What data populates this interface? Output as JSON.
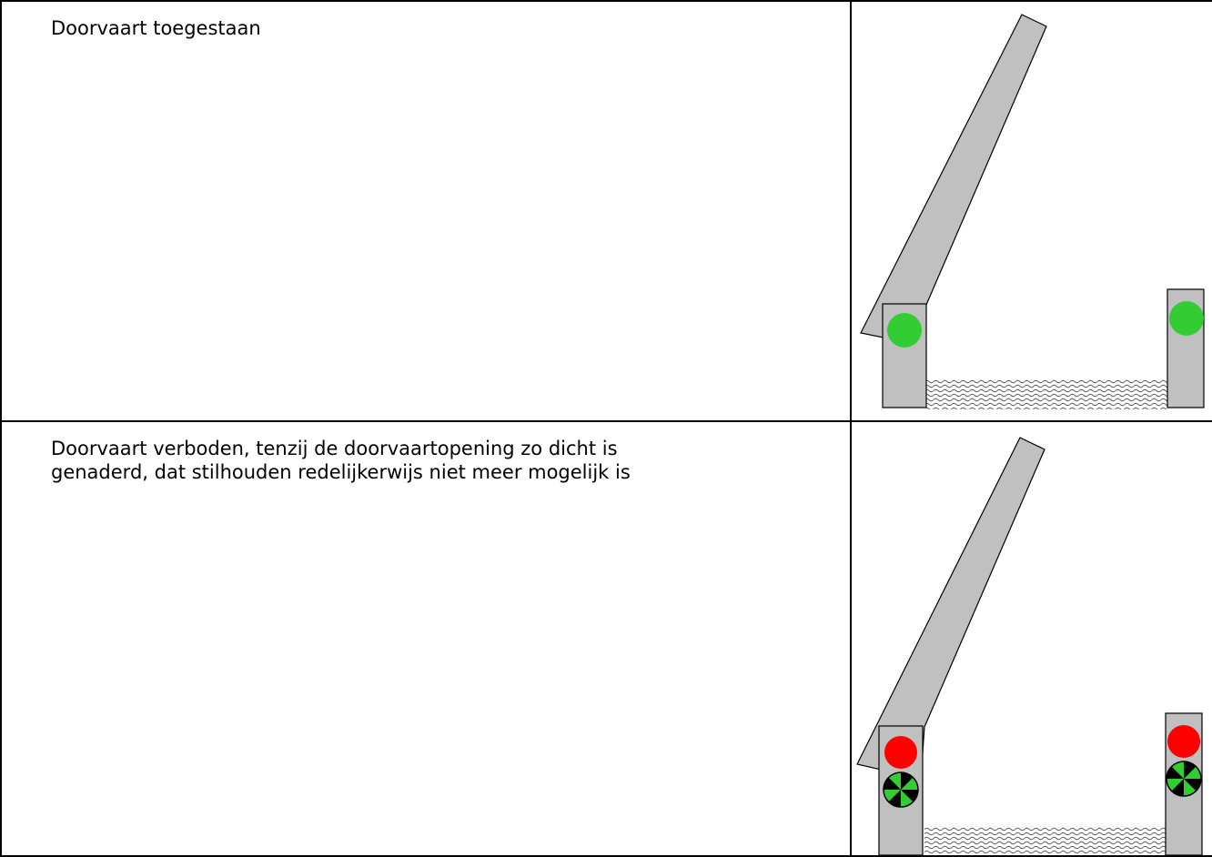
{
  "rows": [
    {
      "description": "Doorvaart toegestaan",
      "signal": "green-lights",
      "colors": {
        "light": "#33cc33"
      }
    },
    {
      "description": "Doorvaart verboden, tenzij de doorvaartopening zo dicht is\ngenaderd, dat stilhouden redelijkerwijs niet meer mogelijk is",
      "signal": "red-light-with-flashing-green",
      "colors": {
        "light": "#ff0000",
        "flash_green": "#33cc33",
        "flash_black": "#000000"
      }
    }
  ],
  "colors": {
    "pillar": "#c0c0c0",
    "bridge_deck": "#c0c0c0",
    "outline": "#000000"
  }
}
